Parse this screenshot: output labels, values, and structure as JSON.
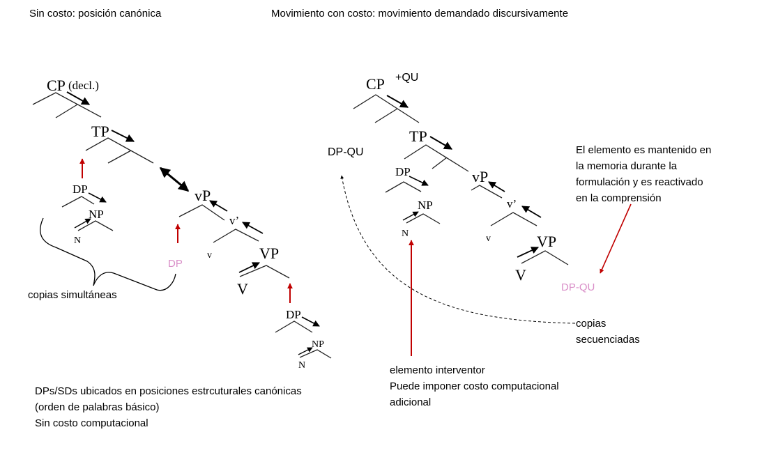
{
  "headers": {
    "left": "Sin costo: posición canónica",
    "right": "Movimiento con  costo: movimiento demandado discursivamente"
  },
  "left_tree": {
    "cp": "CP",
    "cp_feature": "(decl.)",
    "tp": "TP",
    "dp_spec": "DP",
    "np_spec": "NP",
    "n_spec": "N",
    "vp_small": "vP",
    "v_bar": "v’",
    "v_small": "v",
    "vp": "VP",
    "v": "V",
    "dp_copy": "DP",
    "dp_obj": "DP",
    "np_obj": "NP",
    "n_obj": "N",
    "brace_label": "copias simultáneas"
  },
  "left_notes": [
    "DPs/SDs ubicados en posiciones estrcuturales canónicas",
    "(orden de palabras básico)",
    "Sin costo computacional"
  ],
  "right_tree": {
    "cp": "CP",
    "cp_feature": "+QU",
    "tp": "TP",
    "dp_moved": "DP-QU",
    "dp_spec": "DP",
    "np_spec": "NP",
    "n_spec": "N",
    "vp_small": "vP",
    "v_bar": "v’",
    "v_small": "v",
    "vp": "VP",
    "v": "V",
    "dp_copy": "DP-QU"
  },
  "memory_note": [
    "El elemento es mantenido en",
    "la memoria durante la",
    "formulación y es reactivado",
    "en la comprensión"
  ],
  "sequential_label": [
    "copias",
    "secuenciadas"
  ],
  "intervener_note": [
    "elemento interventor",
    "Puede imponer costo computacional",
    "adicional"
  ],
  "colors": {
    "copy": "#d98fc8",
    "red_arrow": "#c00000",
    "text": "#000000"
  }
}
